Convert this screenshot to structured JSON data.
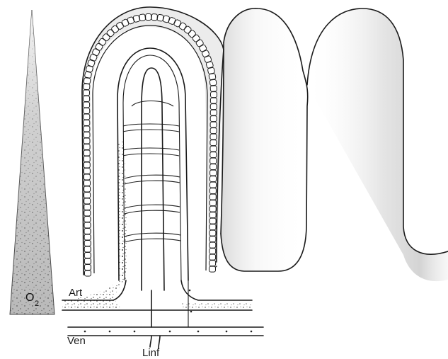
{
  "labels": {
    "oxygen_main": "O",
    "oxygen_subscript": "2",
    "artery": "Art",
    "vein": "Ven",
    "lymph": "Linf"
  }
}
